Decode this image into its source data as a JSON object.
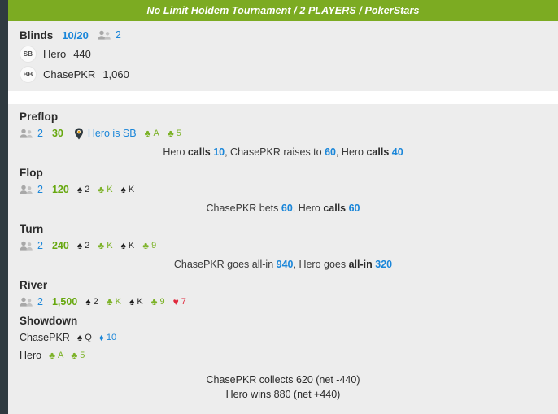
{
  "header": {
    "title": "No Limit Holdem Tournament / 2 PLAYERS / PokerStars",
    "bg_color": "#7cab22"
  },
  "blinds": {
    "label": "Blinds",
    "levels": "10/20",
    "players_icon": "people-icon",
    "players": "2",
    "seats": [
      {
        "position": "SB",
        "name": "Hero",
        "stack": "440"
      },
      {
        "position": "BB",
        "name": "ChasePKR",
        "stack": "1,060"
      }
    ]
  },
  "streets": [
    {
      "title": "Preflop",
      "players": "2",
      "pot": "30",
      "pin_icon": "map-pin-icon",
      "position_note": "Hero is SB",
      "cards": [
        {
          "suit": "club",
          "glyph": "♣",
          "rank": "A"
        },
        {
          "suit": "club",
          "glyph": "♣",
          "rank": "5"
        }
      ],
      "action": [
        {
          "text": "Hero ",
          "style": "plain"
        },
        {
          "text": "calls",
          "style": "verb"
        },
        {
          "text": " ",
          "style": "plain"
        },
        {
          "text": "10",
          "style": "amount"
        },
        {
          "text": ", ChasePKR raises to ",
          "style": "plain"
        },
        {
          "text": "60",
          "style": "amount"
        },
        {
          "text": ", Hero ",
          "style": "plain"
        },
        {
          "text": "calls",
          "style": "verb"
        },
        {
          "text": " ",
          "style": "plain"
        },
        {
          "text": "40",
          "style": "amount"
        }
      ]
    },
    {
      "title": "Flop",
      "players": "2",
      "pot": "120",
      "cards": [
        {
          "suit": "spade",
          "glyph": "♠",
          "rank": "2"
        },
        {
          "suit": "club",
          "glyph": "♣",
          "rank": "K"
        },
        {
          "suit": "spade",
          "glyph": "♠",
          "rank": "K"
        }
      ],
      "action": [
        {
          "text": "ChasePKR bets ",
          "style": "plain"
        },
        {
          "text": "60",
          "style": "amount"
        },
        {
          "text": ", Hero ",
          "style": "plain"
        },
        {
          "text": "calls",
          "style": "verb"
        },
        {
          "text": " ",
          "style": "plain"
        },
        {
          "text": "60",
          "style": "amount"
        }
      ]
    },
    {
      "title": "Turn",
      "players": "2",
      "pot": "240",
      "cards": [
        {
          "suit": "spade",
          "glyph": "♠",
          "rank": "2"
        },
        {
          "suit": "club",
          "glyph": "♣",
          "rank": "K"
        },
        {
          "suit": "spade",
          "glyph": "♠",
          "rank": "K"
        },
        {
          "suit": "club",
          "glyph": "♣",
          "rank": "9"
        }
      ],
      "action": [
        {
          "text": "ChasePKR goes all-in ",
          "style": "plain"
        },
        {
          "text": "940",
          "style": "amount"
        },
        {
          "text": ", Hero goes ",
          "style": "plain"
        },
        {
          "text": "all-in",
          "style": "verb"
        },
        {
          "text": " ",
          "style": "plain"
        },
        {
          "text": "320",
          "style": "amount"
        }
      ]
    },
    {
      "title": "River",
      "players": "2",
      "pot": "1,500",
      "cards": [
        {
          "suit": "spade",
          "glyph": "♠",
          "rank": "2"
        },
        {
          "suit": "club",
          "glyph": "♣",
          "rank": "K"
        },
        {
          "suit": "spade",
          "glyph": "♠",
          "rank": "K"
        },
        {
          "suit": "club",
          "glyph": "♣",
          "rank": "9"
        },
        {
          "suit": "heart",
          "glyph": "♥",
          "rank": "7"
        }
      ],
      "action": []
    }
  ],
  "showdown": {
    "title": "Showdown",
    "hands": [
      {
        "name": "ChasePKR",
        "cards": [
          {
            "suit": "spade",
            "glyph": "♠",
            "rank": "Q"
          },
          {
            "suit": "diamond",
            "glyph": "♦",
            "rank": "10"
          }
        ]
      },
      {
        "name": "Hero",
        "cards": [
          {
            "suit": "club",
            "glyph": "♣",
            "rank": "A"
          },
          {
            "suit": "club",
            "glyph": "♣",
            "rank": "5"
          }
        ]
      }
    ]
  },
  "results": [
    {
      "text": "ChasePKR collects 620 (net -440)"
    },
    {
      "text": "Hero wins 880   (net +440)"
    }
  ],
  "colors": {
    "accent_green": "#7cab22",
    "amount_blue": "#1a86d9",
    "pot_green": "#67a80f",
    "panel_bg": "#ededed",
    "rail": "#2f3a40"
  }
}
